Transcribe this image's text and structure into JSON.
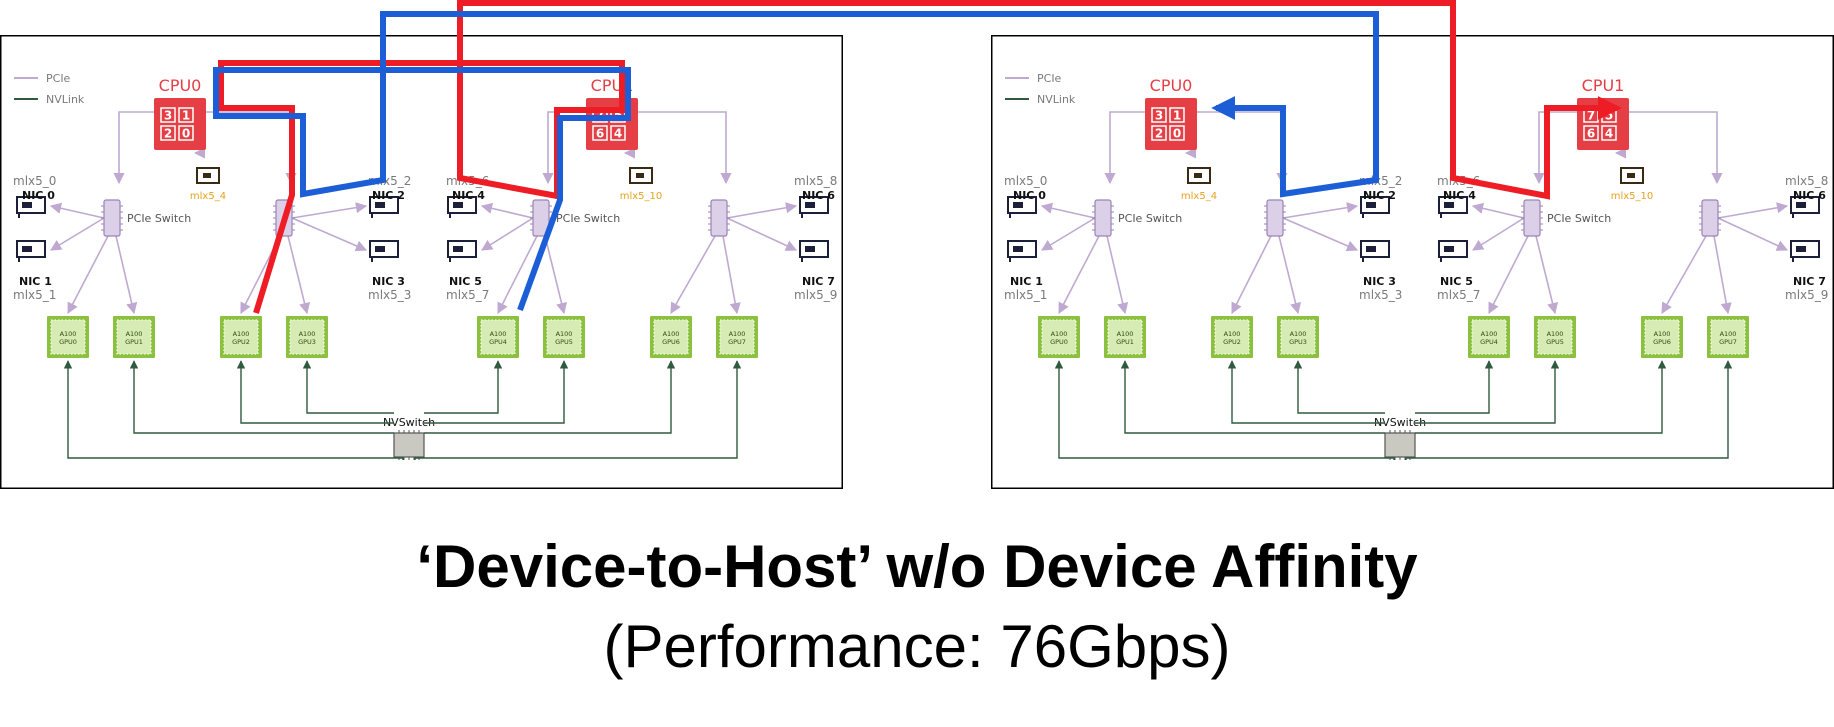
{
  "colors": {
    "pcie": "#bfa9d1",
    "nvlink": "#2f5a3f",
    "cpu": "#e63e45",
    "gpu": "#8cc13f",
    "nic_label_amber": "#e6a11e",
    "path_red": "#ee1c24",
    "path_blue": "#1c5ed6",
    "nvswitch_fill": "#c9c9c2",
    "text_gray": "#7a7a7a"
  },
  "legend": {
    "pcie": "PCIe",
    "nvlink": "NVLink"
  },
  "panels": [
    {
      "cpus": [
        {
          "label": "CPU0",
          "cores": [
            "3",
            "1",
            "2",
            "0"
          ],
          "nic_label": "mlx5_4"
        },
        {
          "label": "CPU1",
          "cores": [
            "7",
            "5",
            "6",
            "4"
          ],
          "nic_label": "mlx5_10"
        }
      ],
      "switches": [
        {
          "label": "PCIe Switch"
        },
        {
          "label": ""
        },
        {
          "label": "PCIe Switch"
        },
        {
          "label": ""
        }
      ],
      "nics": [
        {
          "name": "NIC 0",
          "dev": "mlx5_0"
        },
        {
          "name": "NIC 1",
          "dev": "mlx5_1"
        },
        {
          "name": "NIC 2",
          "dev": "mlx5_2"
        },
        {
          "name": "NIC 3",
          "dev": "mlx5_3"
        },
        {
          "name": "NIC 4",
          "dev": "mlx5_6"
        },
        {
          "name": "NIC 5",
          "dev": "mlx5_7"
        },
        {
          "name": "NIC 6",
          "dev": "mlx5_8"
        },
        {
          "name": "NIC 7",
          "dev": "mlx5_9"
        }
      ],
      "gpus": [
        {
          "line1": "A100",
          "line2": "GPU0"
        },
        {
          "line1": "A100",
          "line2": "GPU1"
        },
        {
          "line1": "A100",
          "line2": "GPU2"
        },
        {
          "line1": "A100",
          "line2": "GPU3"
        },
        {
          "line1": "A100",
          "line2": "GPU4"
        },
        {
          "line1": "A100",
          "line2": "GPU5"
        },
        {
          "line1": "A100",
          "line2": "GPU6"
        },
        {
          "line1": "A100",
          "line2": "GPU7"
        }
      ],
      "nvswitch": "NVSwitch"
    },
    {
      "cpus": [
        {
          "label": "CPU0",
          "cores": [
            "3",
            "1",
            "2",
            "0"
          ],
          "nic_label": "mlx5_4"
        },
        {
          "label": "CPU1",
          "cores": [
            "7",
            "5",
            "6",
            "4"
          ],
          "nic_label": "mlx5_10"
        }
      ],
      "switches": [
        {
          "label": "PCIe Switch"
        },
        {
          "label": ""
        },
        {
          "label": "PCIe Switch"
        },
        {
          "label": ""
        }
      ],
      "nics": [
        {
          "name": "NIC 0",
          "dev": "mlx5_0"
        },
        {
          "name": "NIC 1",
          "dev": "mlx5_1"
        },
        {
          "name": "NIC 2",
          "dev": "mlx5_2"
        },
        {
          "name": "NIC 3",
          "dev": "mlx5_3"
        },
        {
          "name": "NIC 4",
          "dev": "mlx5_6"
        },
        {
          "name": "NIC 5",
          "dev": "mlx5_7"
        },
        {
          "name": "NIC 6",
          "dev": "mlx5_8"
        },
        {
          "name": "NIC 7",
          "dev": "mlx5_9"
        }
      ],
      "gpus": [
        {
          "line1": "A100",
          "line2": "GPU0"
        },
        {
          "line1": "A100",
          "line2": "GPU1"
        },
        {
          "line1": "A100",
          "line2": "GPU2"
        },
        {
          "line1": "A100",
          "line2": "GPU3"
        },
        {
          "line1": "A100",
          "line2": "GPU4"
        },
        {
          "line1": "A100",
          "line2": "GPU5"
        },
        {
          "line1": "A100",
          "line2": "GPU6"
        },
        {
          "line1": "A100",
          "line2": "GPU7"
        }
      ],
      "nvswitch": "NVSwitch"
    }
  ],
  "title": "‘Device-to-Host’ w/o Device Affinity",
  "subtitle": "(Performance: 76Gbps)"
}
